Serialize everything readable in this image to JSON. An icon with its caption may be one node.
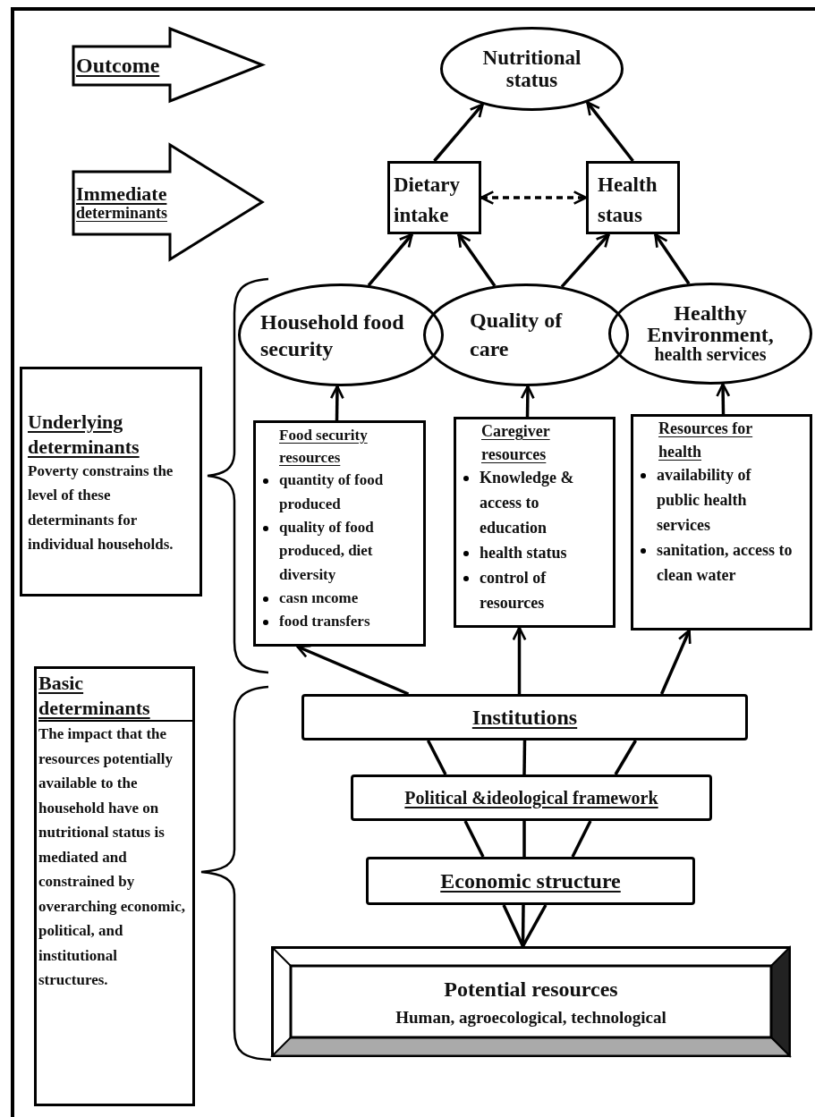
{
  "diagram": {
    "nodes": [
      {
        "text": [
          "Outcome"
        ]
      },
      {
        "text": [
          "Immediate",
          "determinants"
        ]
      },
      {
        "text": [
          "Nutritional status"
        ]
      },
      {
        "text": [
          "Dietary intake"
        ]
      },
      {
        "text": [
          "Health staus"
        ]
      },
      {
        "text": [
          "Household food security"
        ]
      },
      {
        "text": [
          "Quality of care"
        ]
      },
      {
        "text": [
          "Healthy Environment,",
          "health services"
        ]
      },
      {
        "text": [
          "Food security resources",
          "quantity of food produced",
          "quality of food produced, diet diversity",
          "casn ıncome",
          "food transfers"
        ]
      },
      {
        "text": [
          "Caregiver resources",
          "Knowledge & access to education",
          "health status",
          "control of resources"
        ]
      },
      {
        "text": [
          "Resources for health",
          "availability of public health services",
          "sanitation, access to clean water"
        ]
      },
      {
        "text": [
          "Underlying determinants",
          "Poverty constrains the level of these determinants for individual households."
        ]
      },
      {
        "text": [
          "Basic determinants",
          "The impact that the resources potentially available to the household have on nutritional status is mediated and constrained by overarching economic, political, and institutional structures."
        ]
      },
      {
        "text": [
          "Institutions"
        ]
      },
      {
        "text": [
          "Political &ideological framework"
        ]
      },
      {
        "text": [
          "Economic structure"
        ]
      },
      {
        "text": [
          "Potential resources",
          "Human, agroecological, technological"
        ]
      }
    ],
    "edges": [
      {
        "from": 3,
        "to": 2,
        "arrow": "to"
      },
      {
        "from": 4,
        "to": 2,
        "arrow": "to"
      },
      {
        "from": 3,
        "to": 4,
        "arrow": "both",
        "style": "dashed"
      },
      {
        "from": 5,
        "to": 3,
        "arrow": "to"
      },
      {
        "from": 6,
        "to": 3,
        "arrow": "to"
      },
      {
        "from": 6,
        "to": 4,
        "arrow": "to"
      },
      {
        "from": 7,
        "to": 4,
        "arrow": "to"
      },
      {
        "from": 8,
        "to": 5,
        "arrow": "to"
      },
      {
        "from": 9,
        "to": 6,
        "arrow": "to"
      },
      {
        "from": 10,
        "to": 7,
        "arrow": "to"
      },
      {
        "from": 13,
        "to": 8,
        "arrow": "to"
      },
      {
        "from": 13,
        "to": 9,
        "arrow": "to"
      },
      {
        "from": 13,
        "to": 10,
        "arrow": "to"
      },
      {
        "from": 14,
        "to": 13,
        "arrow": "none"
      },
      {
        "from": 14,
        "to": 13,
        "arrow": "none"
      },
      {
        "from": 14,
        "to": 13,
        "arrow": "none"
      },
      {
        "from": 15,
        "to": 14,
        "arrow": "none"
      },
      {
        "from": 15,
        "to": 14,
        "arrow": "none"
      },
      {
        "from": 15,
        "to": 14,
        "arrow": "none"
      },
      {
        "from": 16,
        "to": 15,
        "arrow": "none"
      },
      {
        "from": 16,
        "to": 15,
        "arrow": "none"
      },
      {
        "from": 16,
        "to": 15,
        "arrow": "none"
      }
    ]
  }
}
